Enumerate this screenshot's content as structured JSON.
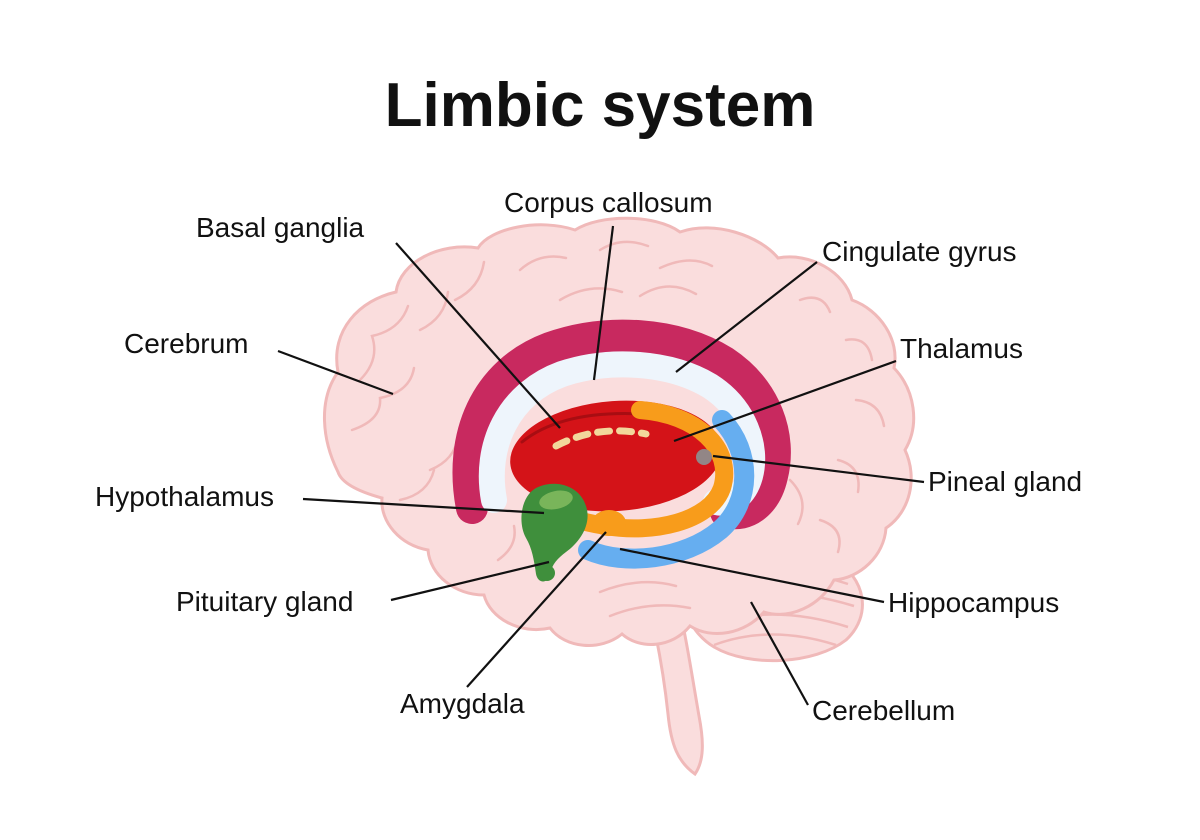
{
  "title": "Limbic system",
  "labels": {
    "corpus_callosum": "Corpus callosum",
    "basal_ganglia": "Basal ganglia",
    "cingulate_gyrus": "Cingulate gyrus",
    "cerebrum": "Cerebrum",
    "thalamus": "Thalamus",
    "pineal_gland": "Pineal gland",
    "hypothalamus": "Hypothalamus",
    "pituitary_gland": "Pituitary gland",
    "hippocampus": "Hippocampus",
    "amygdala": "Amygdala",
    "cerebellum": "Cerebellum"
  },
  "colors": {
    "brain_fill": "#fadddd",
    "brain_outline": "#f0b9b9",
    "cingulate_gyrus": "#c8295f",
    "corpus_callosum": "#eef5fc",
    "thalamus_red": "#d41318",
    "thalamus_contour": "#a80d12",
    "fornix_orange": "#f89c1b",
    "hippocampus_blue": "#66aef0",
    "hypothalamus_green": "#3f8f3c",
    "hypothalamus_light_green": "#79b55a",
    "amygdala_orange": "#f89c1b",
    "pineal_gray": "#928686",
    "basal_ganglia_marks": "#f2d79b",
    "leader_line": "#111111",
    "label_text": "#111111"
  }
}
